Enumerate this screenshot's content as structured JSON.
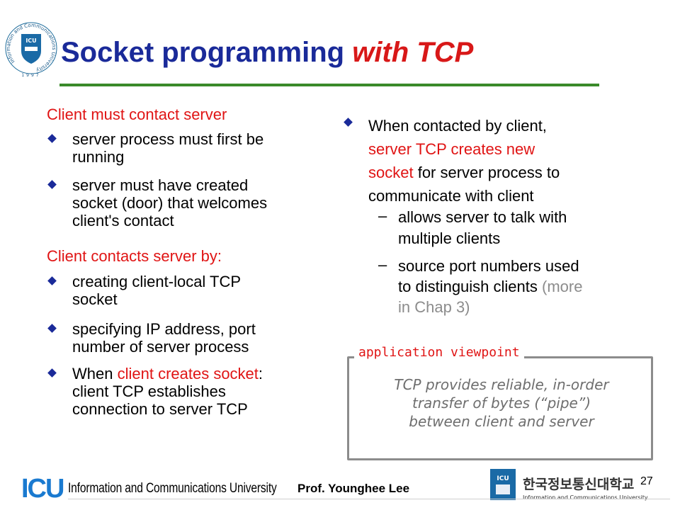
{
  "header": {
    "title_main": "Socket programming ",
    "title_emph": "with TCP",
    "seal_text": "Information and Communications University",
    "seal_year": "1997",
    "seal_logo": "ICU"
  },
  "left": {
    "heading1": "Client must contact server",
    "b1": [
      "server process must first be",
      "running"
    ],
    "b2": [
      "server must have created",
      "socket (door) that welcomes",
      "client's contact"
    ],
    "heading2": "Client contacts server by:",
    "b3": [
      "creating client-local TCP",
      "socket"
    ],
    "b4": [
      "specifying IP address, port",
      "number of server process"
    ],
    "b5_pre": "When ",
    "b5_red": "client creates socket",
    "b5_post": ":",
    "b5_rest": [
      "client TCP establishes",
      "connection to server TCP"
    ]
  },
  "right": {
    "b1_line1": "When contacted by client,",
    "b1_line2": "server TCP creates new",
    "b1_line3_red": "socket",
    "b1_line3_rest": " for server process to",
    "b1_line4": "communicate with client",
    "d1": [
      "allows server to talk with",
      "multiple clients"
    ],
    "d2_line1": "source port numbers used",
    "d2_line2_black": "to distinguish clients ",
    "d2_line2_gray": "(more",
    "d2_line3_gray": "in Chap 3)",
    "dash": "–"
  },
  "callout": {
    "label": "application viewpoint",
    "lines": [
      "TCP provides reliable, in-order",
      "transfer of bytes (“pipe”)",
      "between client and server"
    ]
  },
  "footer": {
    "icu_logo": "ICU",
    "university": "Information and Communications University",
    "presenter": "Prof. Younghee Lee",
    "korean_name": "한국정보통신대학교",
    "korean_sub": "Information and Communications University",
    "page": "27"
  },
  "colors": {
    "title": "#1a2a99",
    "accent": "#e01414",
    "rule": "#3a8a2a",
    "muted": "#8c8c8c"
  }
}
